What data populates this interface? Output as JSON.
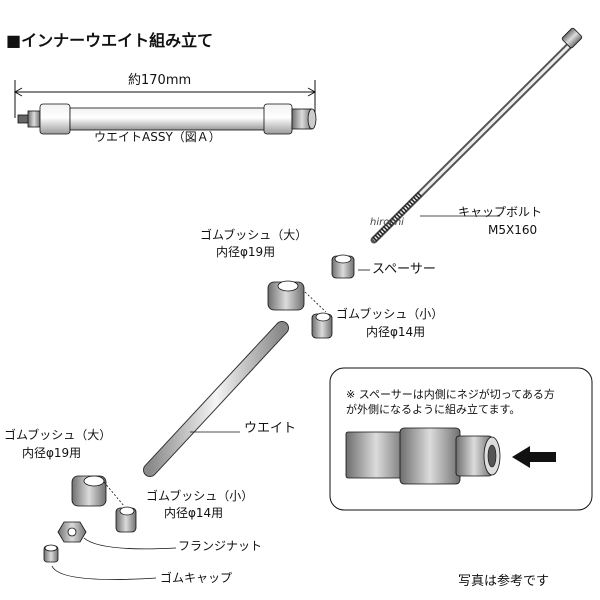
{
  "title": "■インナーウエイト組み立て",
  "dimension_label": "約170mm",
  "assembly_label": "ウエイトASSY（図Ａ）",
  "parts": {
    "cap_bolt": "キャップボルト",
    "cap_bolt_size": "M5X160",
    "spacer": "スペーサー",
    "bush_large_top": "ゴムブッシュ（大）",
    "bush_large_top_dia": "内径φ19用",
    "bush_small_top": "ゴムブッシュ（小）",
    "bush_small_top_dia": "内径φ14用",
    "weight": "ウエイト",
    "bush_large_bottom": "ゴムブッシュ（大）",
    "bush_large_bottom_dia": "内径φ19用",
    "bush_small_bottom": "ゴムブッシュ（小）",
    "bush_small_bottom_dia": "内径φ14用",
    "flange_nut": "フランジナット",
    "rubber_cap": "ゴムキャップ"
  },
  "note": {
    "line1": "※ スペーサーは内側にネジが切ってある方",
    "line2": "が外側になるように組み立てます。"
  },
  "footer": "写真は参考です",
  "watermark": "hirochi"
}
